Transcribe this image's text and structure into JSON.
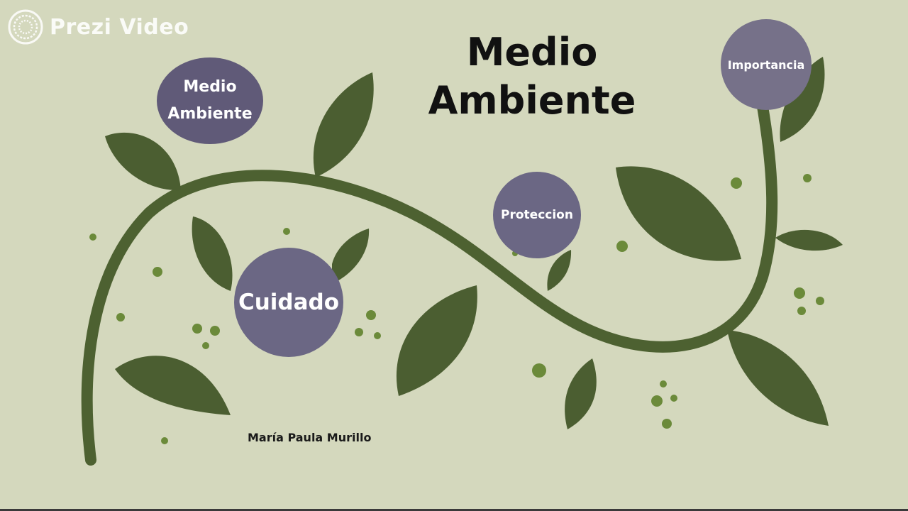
{
  "brand": {
    "name": "Prezi Video",
    "logo_icon": "prezi-spiral-icon"
  },
  "slide": {
    "title_line1": "Medio",
    "title_line2": "Ambiente",
    "author": "María Paula Murillo",
    "topics": [
      {
        "line1": "Medio",
        "line2": "Ambiente"
      },
      {
        "label": "Cuidado"
      },
      {
        "label": "Proteccion"
      },
      {
        "label": "Importancia"
      }
    ]
  },
  "colors": {
    "background": "#d4d8bd",
    "vine": "#4d6131",
    "leaf": "#4b5e31",
    "dot": "#6b8a3a",
    "topic_circle": "#6b6784",
    "title_text": "#111111"
  }
}
